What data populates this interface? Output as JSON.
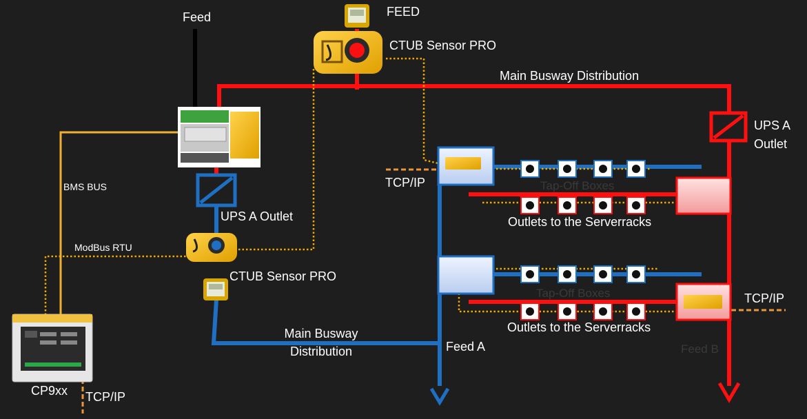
{
  "labels": {
    "feed_top": "Feed",
    "feed_caps": "FEED",
    "ctub_top": "CTUB Sensor PRO",
    "main_busway_top": "Main Busway Distribution",
    "ups_a_outlet_right_1": "UPS A",
    "ups_a_outlet_right_2": "Outlet",
    "bms_bus": "BMS BUS",
    "tcpip_upper": "TCP/IP",
    "tapoff_upper": "Tap-Off Boxes",
    "outlets_upper": "Outlets to the Serverracks",
    "ups_a_outlet_left": "UPS A Outlet",
    "modbus_rtu": "ModBus RTU",
    "ctub_lower": "CTUB Sensor PRO",
    "tapoff_lower": "Tap-Off Boxes",
    "tcpip_right": "TCP/IP",
    "outlets_lower": "Outlets to the Serverracks",
    "main_busway_bottom_1": "Main Busway",
    "main_busway_bottom_2": "Distribution",
    "feed_a": "Feed A",
    "feed_b": "Feed B",
    "cp9xx": "CP9xx",
    "tcpip_bottom": "TCP/IP"
  },
  "colors": {
    "background": "#1e1e1e",
    "feed_red": "#ff1010",
    "feed_blue": "#1f6fc2",
    "bus_dotted": "#f2a900",
    "tcpip_dashed": "#e8963c",
    "bms_line": "#f0b030",
    "feed_black": "#000000"
  },
  "icons": [
    "power-meter-icon",
    "current-sensor-icon",
    "distribution-panel-icon",
    "ups-converter-icon",
    "tap-off-box-icon",
    "cp9xx-controller-icon",
    "arrow-down-icon"
  ]
}
